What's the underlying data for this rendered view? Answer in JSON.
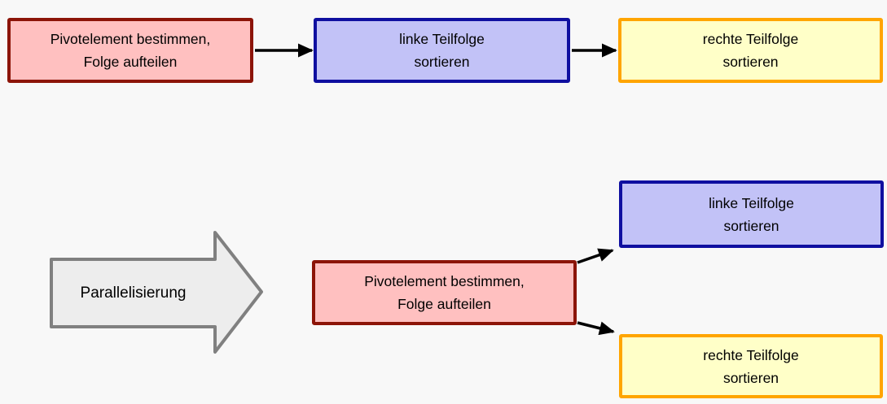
{
  "diagram": {
    "subject": "quicksort-parallelization-flow",
    "colors": {
      "background": "#F8F8F8",
      "pivot_fill": "#FFC0C0",
      "pivot_border": "#8C1408",
      "left_fill": "#C2C2F7",
      "left_border": "#0F0FA0",
      "right_fill": "#FFFFC8",
      "right_border": "#FFA500",
      "big_arrow_fill": "#EDEDED",
      "big_arrow_border": "#808080",
      "connector": "#000000"
    }
  },
  "sequential": {
    "pivot": {
      "line1": "Pivotelement bestimmen,",
      "line2": "Folge aufteilen"
    },
    "left_sort": {
      "line1": "linke Teilfolge",
      "line2": "sortieren"
    },
    "right_sort": {
      "line1": "rechte Teilfolge",
      "line2": "sortieren"
    }
  },
  "transformation": {
    "label": "Parallelisierung"
  },
  "parallel": {
    "pivot": {
      "line1": "Pivotelement bestimmen,",
      "line2": "Folge aufteilen"
    },
    "left_sort": {
      "line1": "linke Teilfolge",
      "line2": "sortieren"
    },
    "right_sort": {
      "line1": "rechte Teilfolge",
      "line2": "sortieren"
    }
  }
}
